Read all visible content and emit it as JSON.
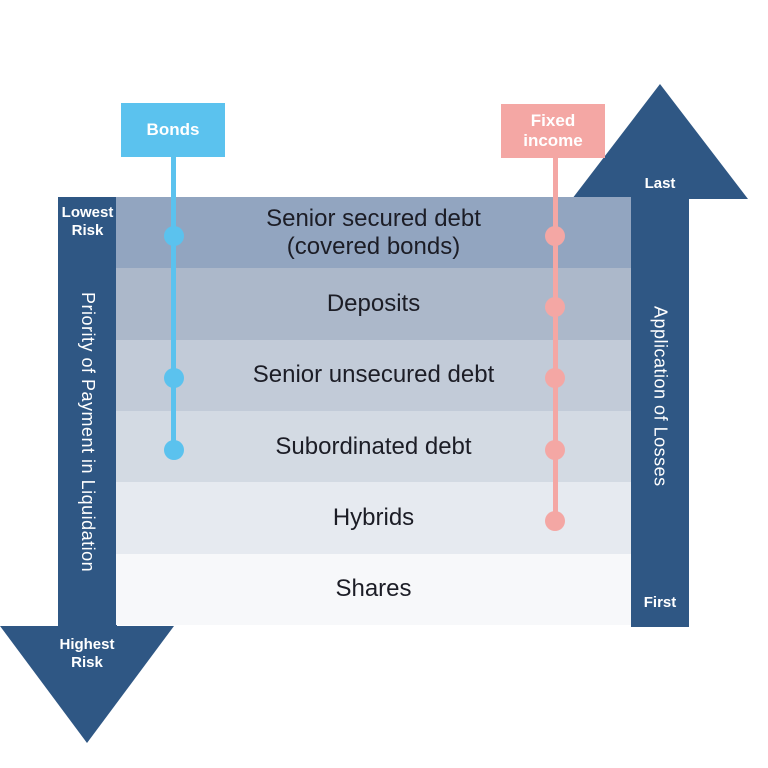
{
  "colors": {
    "arrow_dark_blue": "#2F5784",
    "bonds_blue": "#5BC2EE",
    "fixed_income_pink": "#F4A7A4",
    "tier_text": "#1C1D26"
  },
  "series": {
    "bonds": {
      "label": "Bonds",
      "color": "#5BC2EE"
    },
    "fixed_income": {
      "label": "Fixed\nincome",
      "color": "#F4A7A4"
    }
  },
  "left_axis": {
    "top_label": "Lowest\nRisk",
    "axis_label": "Priority of Payment in Liquidation",
    "bottom_label": "Highest\nRisk"
  },
  "right_axis": {
    "top_label": "Last",
    "axis_label": "Application of Losses",
    "bottom_label": "First"
  },
  "tiers": [
    {
      "label": "Senior secured debt\n(covered bonds)",
      "color": "#92A5C0",
      "bonds": true,
      "fixed_income": true
    },
    {
      "label": "Deposits",
      "color": "#ACB8CA",
      "bonds": false,
      "fixed_income": true
    },
    {
      "label": "Senior unsecured debt",
      "color": "#C2CBD8",
      "bonds": true,
      "fixed_income": true
    },
    {
      "label": "Subordinated debt",
      "color": "#D3DAE3",
      "bonds": true,
      "fixed_income": true
    },
    {
      "label": "Hybrids",
      "color": "#E6EAF0",
      "bonds": false,
      "fixed_income": true
    },
    {
      "label": "Shares",
      "color": "#F7F8FA",
      "bonds": false,
      "fixed_income": false
    }
  ]
}
